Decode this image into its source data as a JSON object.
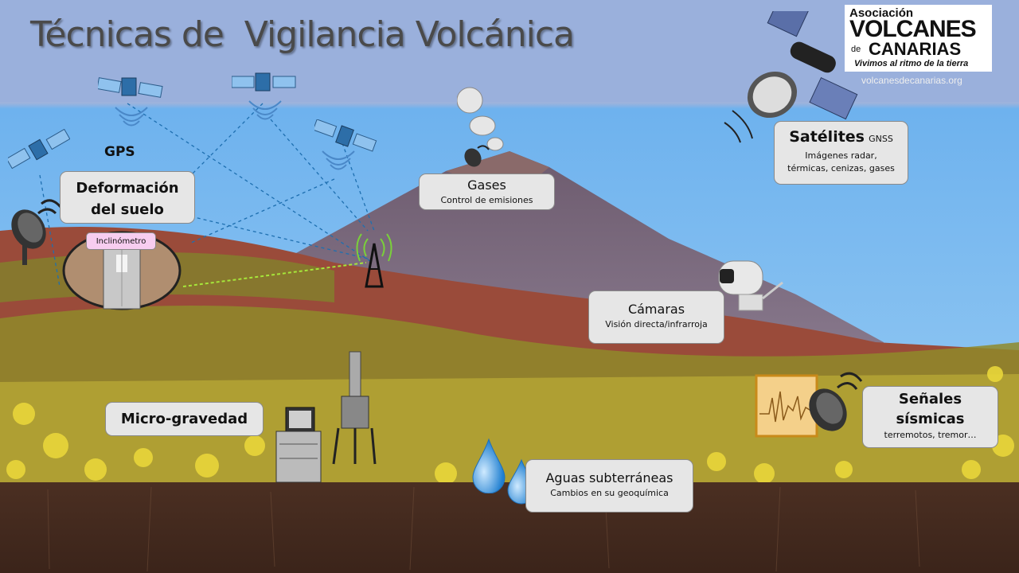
{
  "title": "Técnicas de  Vigilancia Volcánica",
  "logo": {
    "line1": "Asociación",
    "line2": "VOLCANES",
    "line3a": "de",
    "line3": "CANARIAS",
    "tagline": "Vivimos al ritmo de la tierra",
    "url": "volcanesdecanarias.org"
  },
  "labels": {
    "gps": "GPS",
    "deformacion": {
      "line1": "Deformación",
      "line2": "del suelo"
    },
    "inclinometro": "Inclinómetro",
    "gases": {
      "title": "Gases",
      "subtitle": "Control de emisiones"
    },
    "satelites": {
      "title": "Satélites",
      "suffix": "GNSS",
      "line1": "Imágenes radar,",
      "line2": "térmicas, cenizas, gases"
    },
    "camaras": {
      "title": "Cámaras",
      "subtitle": "Visión directa/infrarroja"
    },
    "microgravedad": "Micro-gravedad",
    "sismicas": {
      "line1": "Señales",
      "line2": "sísmicas",
      "subtitle": "terremotos,  tremor…"
    },
    "aguas": {
      "title": "Aguas subterráneas",
      "subtitle": "Cambios en su geoquímica"
    }
  },
  "icons": [
    "satellite-icon",
    "satellite-dish-icon",
    "antenna-tower-icon",
    "security-camera-icon",
    "seismograph-icon",
    "water-drop-icon",
    "gravimeter-icon",
    "laptop-icon",
    "smoke-cloud-icon"
  ],
  "colors": {
    "sky": "#7fb6e8",
    "sky_top": "#9bb3dd",
    "soil": "#5a3a28",
    "vegetation": "#8b8a2a",
    "label_box": "#e6e6e6"
  }
}
